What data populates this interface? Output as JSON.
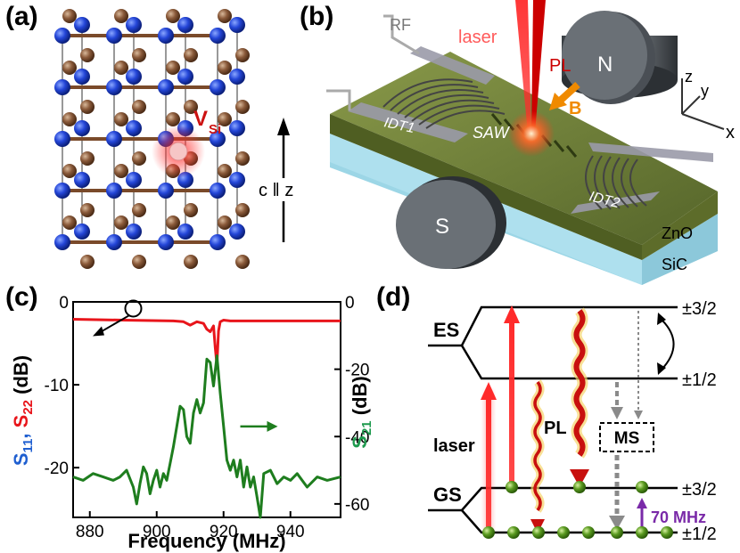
{
  "panels": {
    "a": {
      "label": "(a)",
      "vacancy_label": "V",
      "vacancy_sub": "Si",
      "axis_label": "c ‖ z"
    },
    "b": {
      "label": "(b)",
      "rf": "RF",
      "laser": "laser",
      "pl": "PL",
      "north": "N",
      "south": "S",
      "idt1": "IDT1",
      "idt2": "IDT2",
      "saw": "SAW",
      "field": "B",
      "zno": "ZnO",
      "sic": "SiC",
      "axes": {
        "x": "x",
        "y": "y",
        "z": "z"
      }
    },
    "c": {
      "label": "(c)"
    },
    "d": {
      "label": "(d)",
      "es": "ES",
      "gs": "GS",
      "ms": "MS",
      "laser": "laser",
      "pl": "PL",
      "freq": "70 MHz",
      "es_top": "±3/2",
      "es_bottom": "±1/2",
      "gs_top": "±3/2",
      "gs_bottom": "±1/2"
    }
  },
  "chart_data": {
    "type": "line",
    "xlabel": "Frequency (MHz)",
    "ylabel_left_parts": [
      "S",
      "11",
      ", ",
      "S",
      "22",
      " (dB)"
    ],
    "ylabel_right_parts": [
      "S",
      "21",
      " (dB)"
    ],
    "xlim": [
      875,
      955
    ],
    "xticks": [
      880,
      900,
      920,
      940
    ],
    "ylim_left": [
      -26,
      0
    ],
    "yticks_left": [
      0,
      -10,
      -20
    ],
    "ylim_right": [
      -64,
      0
    ],
    "yticks_right": [
      0,
      -20,
      -40,
      -60
    ],
    "colors": {
      "s11_s22": "#e8151b",
      "s21": "#1e7d1e",
      "ylabel_s11": "#1f5fd0",
      "ylabel_s22": "#e8151b",
      "ylabel_s21": "#1e9a4e"
    },
    "series": [
      {
        "name": "S11, S22",
        "axis": "left",
        "x": [
          875,
          890,
          905,
          908,
          910,
          912,
          914,
          915,
          916,
          917,
          917.5,
          918,
          918.5,
          919,
          920,
          922,
          925,
          935,
          955
        ],
        "y": [
          -2.1,
          -2.2,
          -2.3,
          -2.4,
          -2.8,
          -2.4,
          -2.6,
          -3.3,
          -3.6,
          -2.9,
          -5.5,
          -7.6,
          -3.5,
          -2.4,
          -2.2,
          -2.3,
          -2.3,
          -2.3,
          -2.3
        ]
      },
      {
        "name": "S21",
        "axis": "right",
        "x": [
          875,
          878,
          881,
          884,
          887,
          889,
          891,
          893,
          894,
          895,
          896,
          897,
          898,
          899,
          900,
          901,
          902,
          903,
          904,
          905,
          906,
          907,
          908,
          909,
          910,
          911,
          912,
          913,
          914,
          915,
          916,
          917,
          918,
          919,
          920,
          921,
          922,
          923,
          924,
          925,
          926,
          927,
          928,
          929,
          930,
          931,
          932,
          934,
          936,
          938,
          940,
          942,
          945,
          948,
          951,
          955
        ],
        "y": [
          -52,
          -53,
          -51,
          -52,
          -53,
          -52,
          -50,
          -55,
          -60,
          -54,
          -49,
          -51,
          -57,
          -53,
          -50,
          -55,
          -51,
          -53,
          -48,
          -43,
          -37,
          -31,
          -32,
          -40,
          -42,
          -33,
          -29,
          -33,
          -30,
          -17,
          -18,
          -25,
          -16,
          -27,
          -37,
          -47,
          -50,
          -47,
          -52,
          -47,
          -55,
          -49,
          -55,
          -52,
          -58,
          -64,
          -51,
          -50,
          -54,
          -52,
          -53,
          -51,
          -55,
          -52,
          -53,
          -52
        ]
      }
    ],
    "annotations": [
      {
        "text": "circle-marker",
        "x": 893,
        "y": -0.8,
        "axis": "left",
        "points_to": "left-axis"
      },
      {
        "text": "arrow",
        "x": 925,
        "y": -37,
        "axis": "right",
        "points_to": "right-axis"
      }
    ]
  }
}
